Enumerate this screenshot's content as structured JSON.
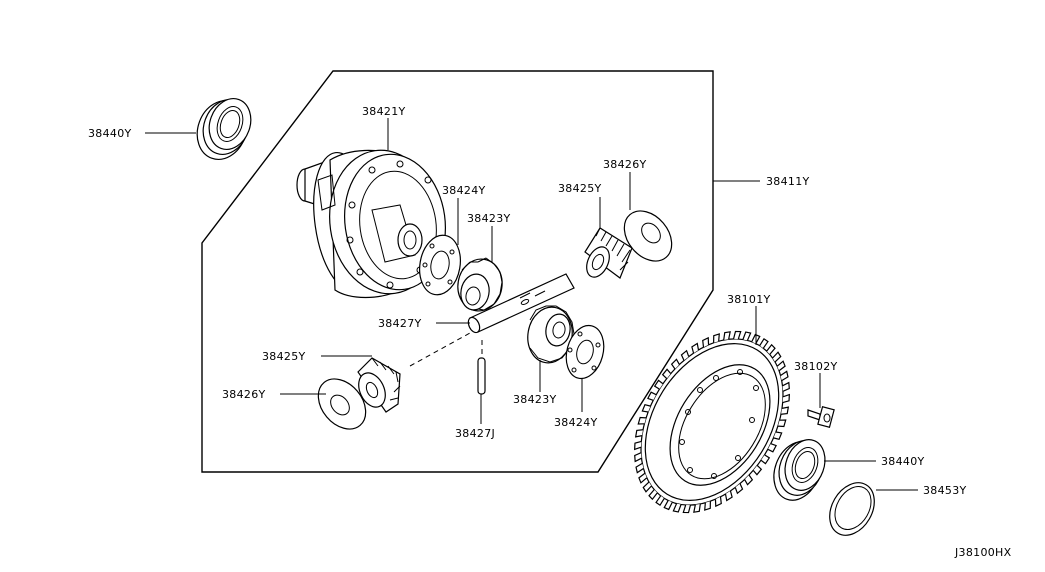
{
  "labels": {
    "bearing_top": "38440Y",
    "case": "38421Y",
    "assembly": "38411Y",
    "washer_upper_right": "38426Y",
    "pinion_gear_upper_right": "38425Y",
    "thrust_washer_upper": "38424Y",
    "side_gear_upper": "38423Y",
    "pinion_shaft": "38427Y",
    "pinion_gear_lower_left": "38425Y",
    "washer_lower_left": "38426Y",
    "lock_pin": "38427J",
    "side_gear_lower": "38423Y",
    "thrust_washer_lower": "38424Y",
    "ring_gear": "38101Y",
    "bolt": "38102Y",
    "bearing_bottom": "38440Y",
    "seal": "38453Y"
  },
  "diagram_code": "J38100HX"
}
